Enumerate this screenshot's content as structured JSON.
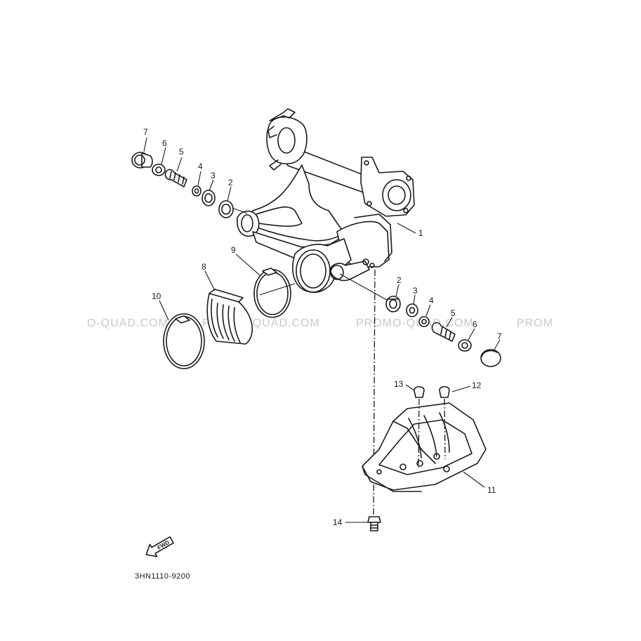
{
  "diagram": {
    "labels": {
      "n1": "1",
      "n2a": "2",
      "n3a": "3",
      "n4a": "4",
      "n5a": "5",
      "n6a": "6",
      "n7a": "7",
      "n2b": "2",
      "n3b": "3",
      "n4b": "4",
      "n5b": "5",
      "n6b": "6",
      "n7b": "7",
      "n8": "8",
      "n9": "9",
      "n10": "10",
      "n11": "11",
      "n12": "12",
      "n13": "13",
      "n14": "14"
    },
    "fwd_label": "FWD",
    "drawing_code": "3HN1110-9200"
  },
  "watermarks": [
    "O-QUAD.COM",
    "PROMO-QUAD.COM",
    "PROMO-QUAD.COM",
    "PROM"
  ],
  "colors": {
    "ink": "#1a1a1a",
    "watermark": "#c8c8c8",
    "background": "#ffffff"
  },
  "icons": {
    "direction_arrow": "fwd-arrow-icon"
  }
}
